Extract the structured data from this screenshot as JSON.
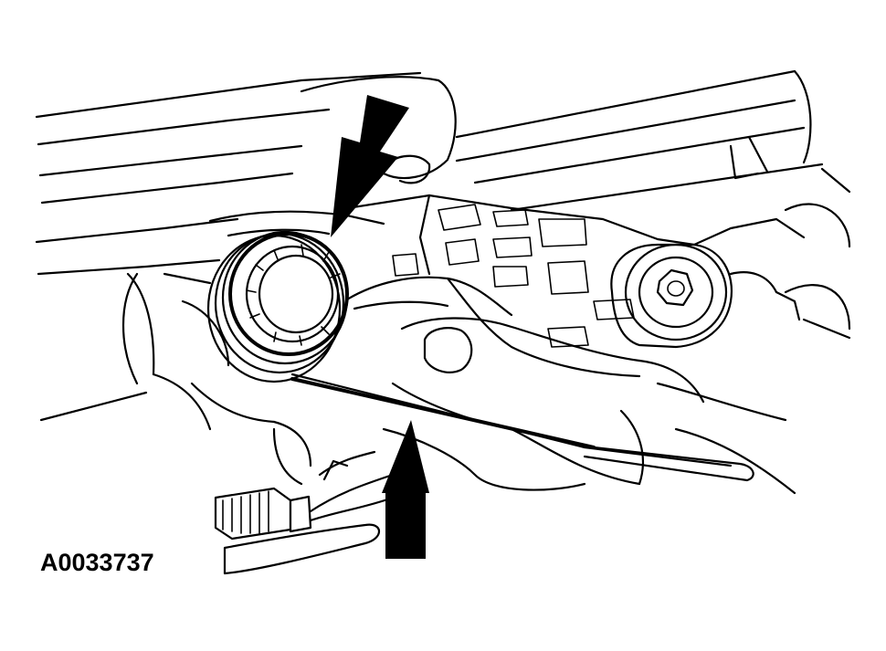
{
  "figure": {
    "id_label": "A0033737"
  },
  "colors": {
    "line": "#000000",
    "background": "#ffffff"
  },
  "callouts": [
    {
      "name": "arrow-down-pointing-to-seal",
      "direction": "down"
    },
    {
      "name": "arrow-up-pointing-to-tool",
      "direction": "up"
    }
  ]
}
